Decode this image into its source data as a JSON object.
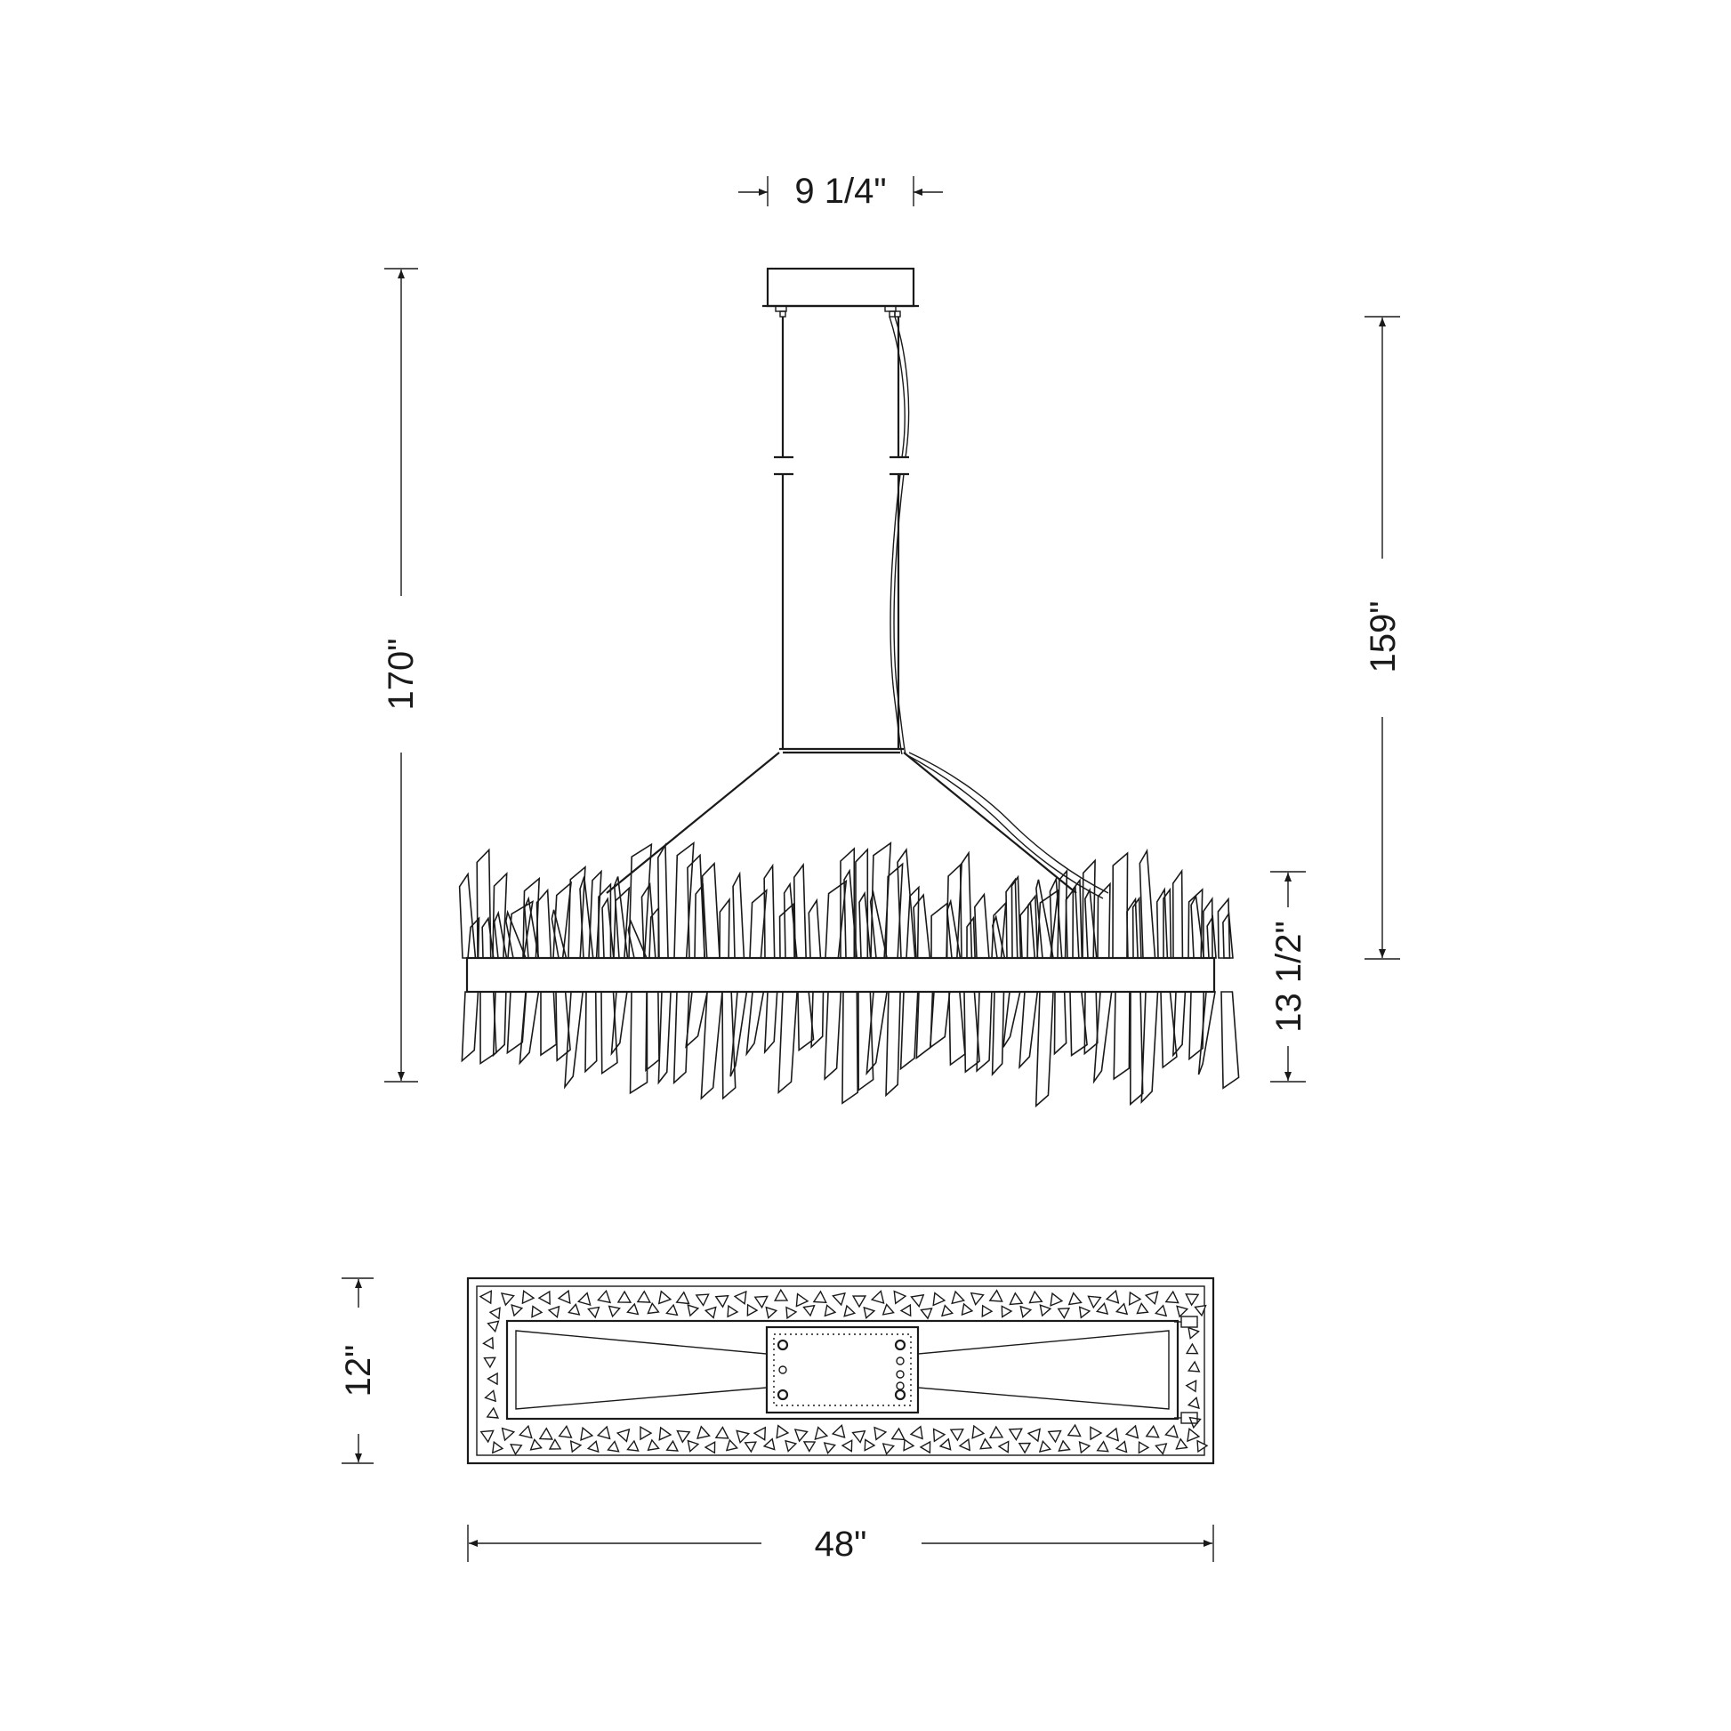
{
  "dimensions": {
    "canopy_width": "9 1/4\"",
    "overall_height": "170\"",
    "cable_length": "159\"",
    "body_height": "13 1/2\"",
    "depth": "12\"",
    "length": "48\""
  },
  "colors": {
    "ink": "#1a1a1a",
    "background": "#ffffff"
  }
}
